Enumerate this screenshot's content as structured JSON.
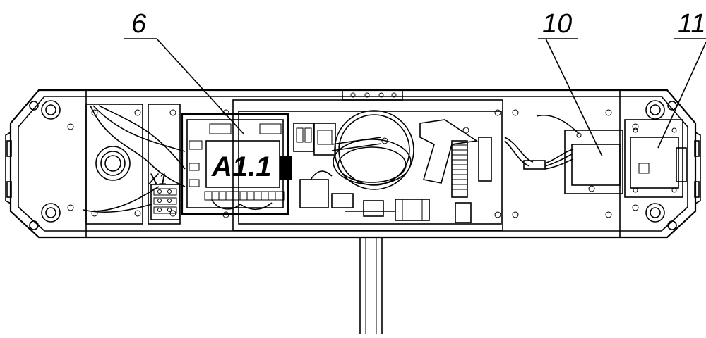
{
  "callouts": [
    {
      "id": "6",
      "label": "6"
    },
    {
      "id": "10",
      "label": "10"
    },
    {
      "id": "11",
      "label": "11"
    }
  ],
  "board": {
    "label": "A1.1"
  },
  "connector": {
    "label": "X1"
  }
}
